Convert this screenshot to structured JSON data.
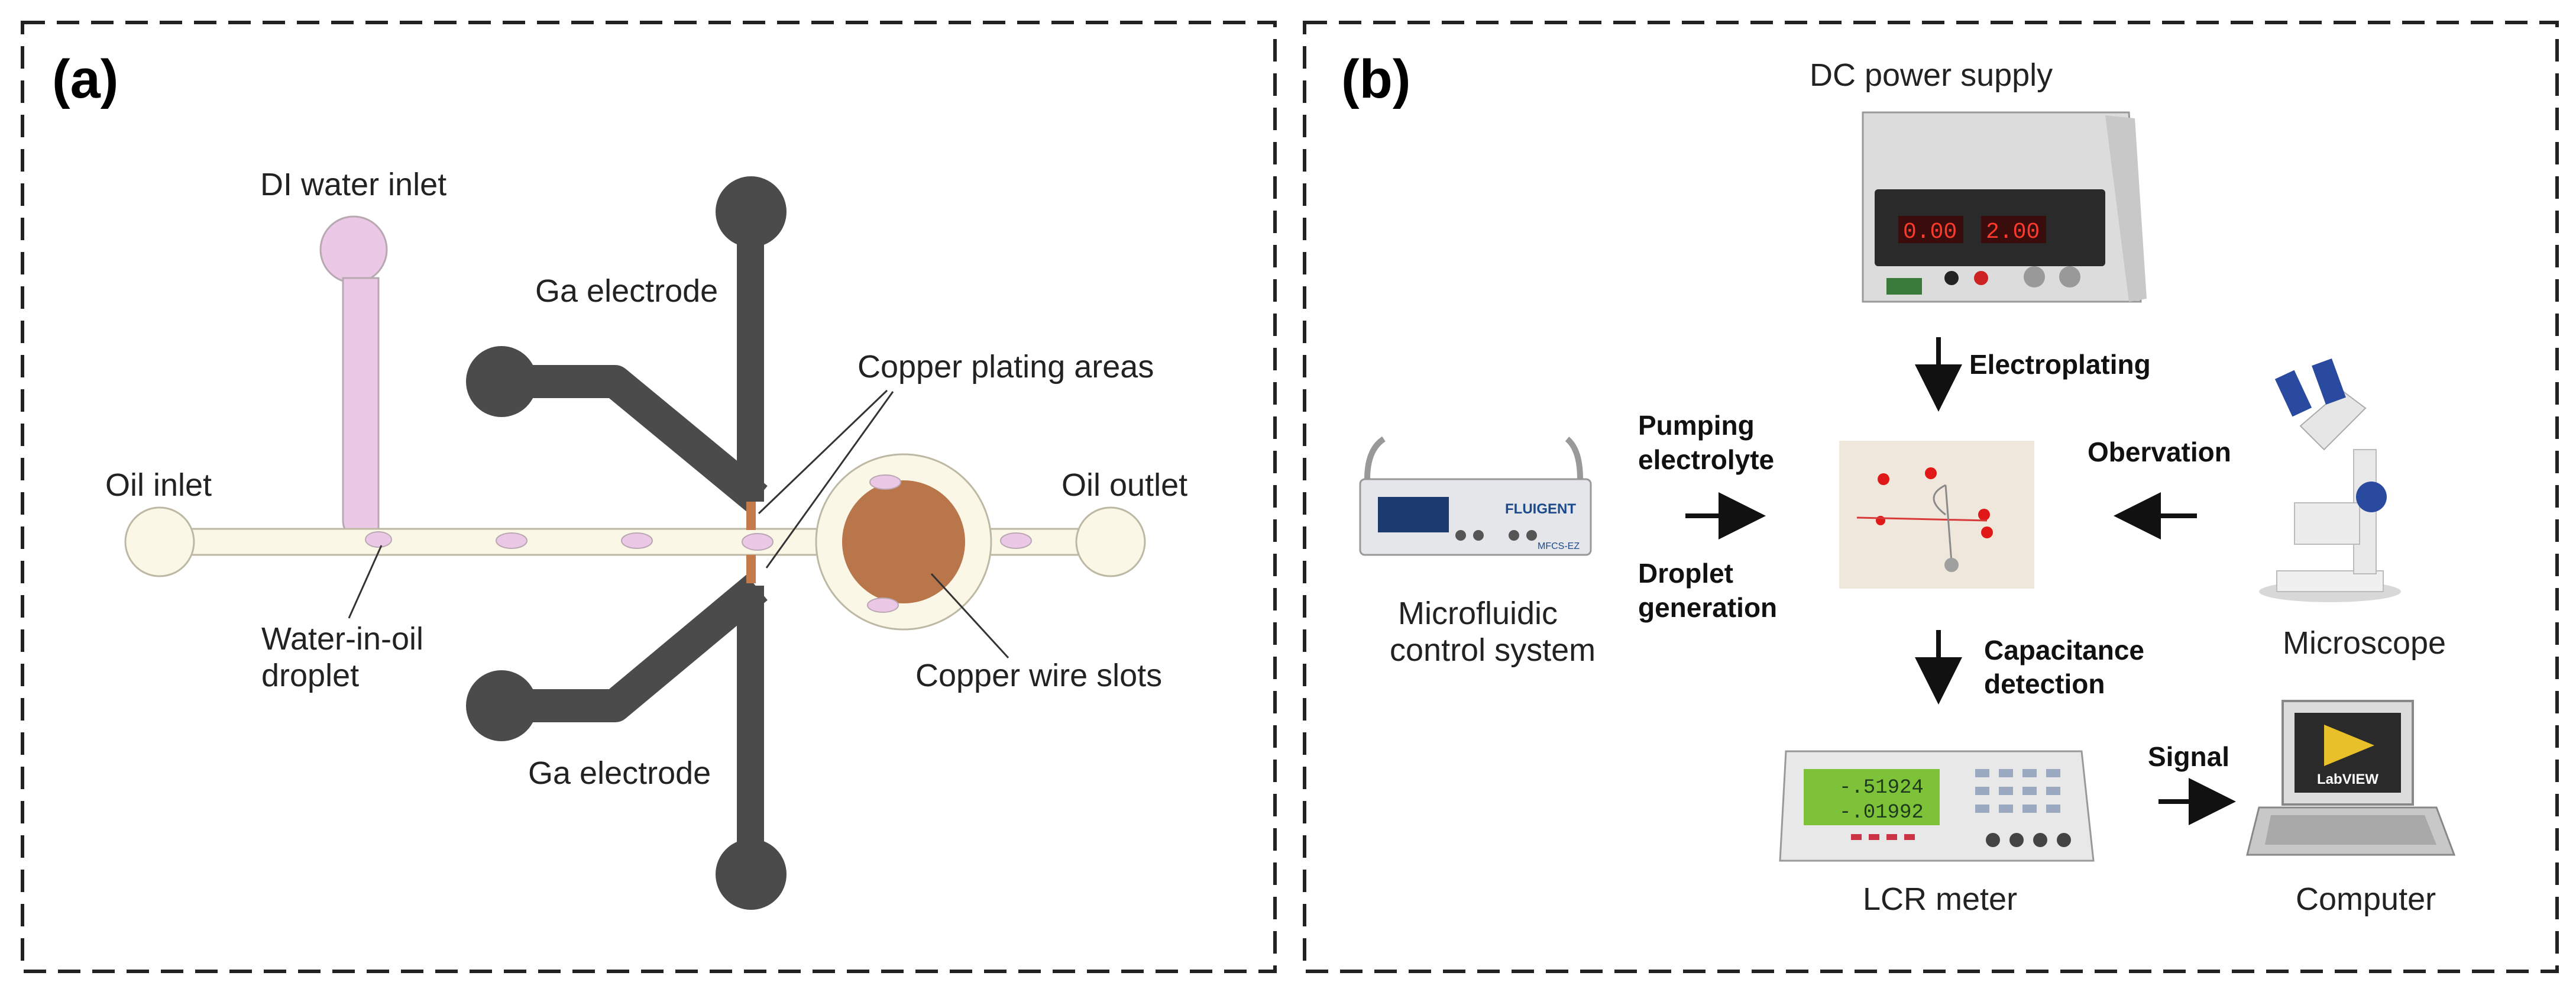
{
  "panel_a": {
    "tag": "(a)",
    "labels": {
      "di_water_inlet": "DI water inlet",
      "ga_electrode_top": "Ga electrode",
      "copper_plating_areas": "Copper plating areas",
      "oil_inlet": "Oil inlet",
      "oil_outlet": "Oil outlet",
      "water_in_oil_line1": "Water-in-oil",
      "water_in_oil_line2": "droplet",
      "copper_wire_slots": "Copper wire slots",
      "ga_electrode_bottom": "Ga electrode"
    }
  },
  "panel_b": {
    "tag": "(b)",
    "labels": {
      "dc_power_supply": "DC power supply",
      "electroplating": "Electroplating",
      "pumping_line1": "Pumping",
      "pumping_line2": "electrolyte",
      "droplet_gen_line1": "Droplet",
      "droplet_gen_line2": "generation",
      "observation": "Obervation",
      "microfluidic_line1": "Microfluidic",
      "microfluidic_line2": "control system",
      "microscope": "Microscope",
      "capacitance_line1": "Capacitance",
      "capacitance_line2": "detection",
      "signal": "Signal",
      "lcr_meter": "LCR meter",
      "computer": "Computer"
    },
    "device_text": {
      "power_display_left": "0.00",
      "power_display_right": "2.00",
      "fluigent_brand": "FLUIGENT",
      "fluigent_model": "MFCS-EZ",
      "lcr_reading_1": "-.51924",
      "lcr_reading_2": "-.01992",
      "labview_logo": "LabVIEW"
    }
  },
  "colors": {
    "channel_fill": "#fbf7e6",
    "droplet": "#ebc8e6",
    "electrode": "#4b4b4b",
    "copper": "#b8764a",
    "plating": "#c47a4a",
    "border_dash": "#222222"
  }
}
